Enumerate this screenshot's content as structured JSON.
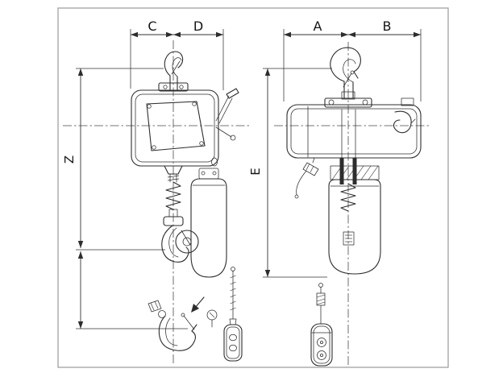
{
  "views": {
    "front": {
      "id": "front-view",
      "top_dimensions": [
        {
          "label": "C"
        },
        {
          "label": "D"
        }
      ],
      "vertical_dimension": {
        "label": "Z"
      }
    },
    "side": {
      "id": "side-view",
      "top_dimensions": [
        {
          "label": "A"
        },
        {
          "label": "B"
        }
      ],
      "vertical_dimension": {
        "label": "E"
      }
    }
  },
  "colors": {
    "line": "#2d2d2d",
    "frame": "#9a9a9a",
    "background": "#ffffff"
  }
}
